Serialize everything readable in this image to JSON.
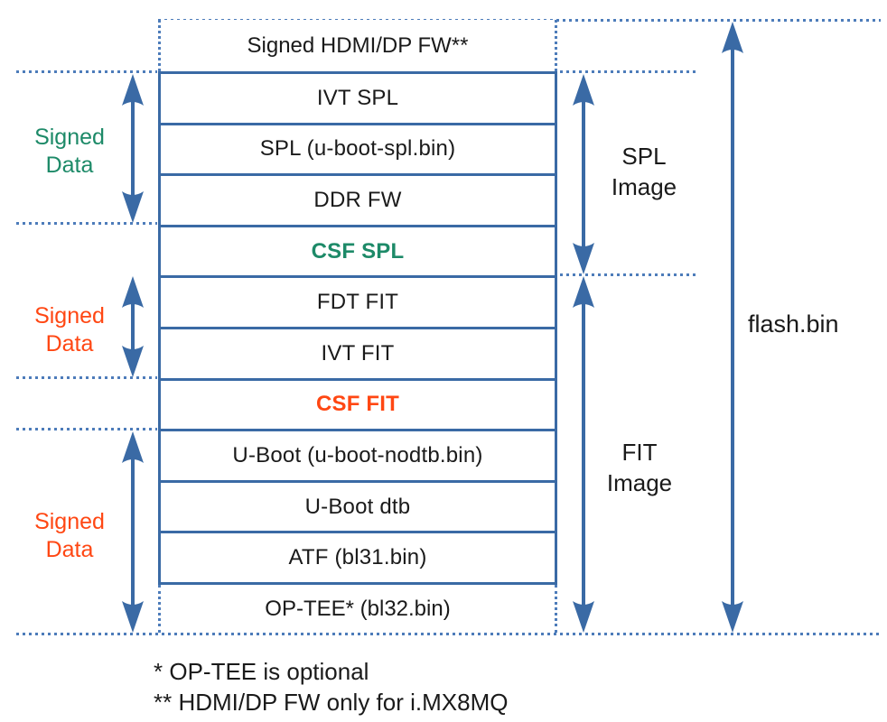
{
  "colors": {
    "line_blue": "#3a6aa5",
    "dotted_blue": "#4d7cba",
    "signed_green": "#1d8a68",
    "signed_orange": "#ff4713",
    "text": "#1a1a1a"
  },
  "stack": {
    "top_row": {
      "label": "Signed HDMI/DP FW**"
    },
    "rows": [
      {
        "label": "IVT SPL",
        "style": "normal"
      },
      {
        "label": "SPL (u-boot-spl.bin)",
        "style": "normal"
      },
      {
        "label": "DDR FW",
        "style": "normal"
      },
      {
        "label": "CSF SPL",
        "style": "csf-green"
      },
      {
        "label": "FDT FIT",
        "style": "normal"
      },
      {
        "label": "IVT FIT",
        "style": "normal"
      },
      {
        "label": "CSF FIT",
        "style": "csf-orange"
      },
      {
        "label": "U-Boot (u-boot-nodtb.bin)",
        "style": "normal"
      },
      {
        "label": "U-Boot dtb",
        "style": "normal"
      },
      {
        "label": "ATF (bl31.bin)",
        "style": "normal"
      }
    ],
    "bottom_row": {
      "label": "OP-TEE* (bl32.bin)"
    }
  },
  "left_labels": [
    {
      "line1": "Signed",
      "line2": "Data",
      "color": "green"
    },
    {
      "line1": "Signed",
      "line2": "Data",
      "color": "orange"
    },
    {
      "line1": "Signed",
      "line2": "Data",
      "color": "orange"
    }
  ],
  "right_labels": {
    "spl": {
      "line1": "SPL",
      "line2": "Image"
    },
    "fit": {
      "line1": "FIT",
      "line2": "Image"
    }
  },
  "flash_label": "flash.bin",
  "notes": {
    "note1": "* OP-TEE is optional",
    "note2": "** HDMI/DP FW only for i.MX8MQ"
  }
}
